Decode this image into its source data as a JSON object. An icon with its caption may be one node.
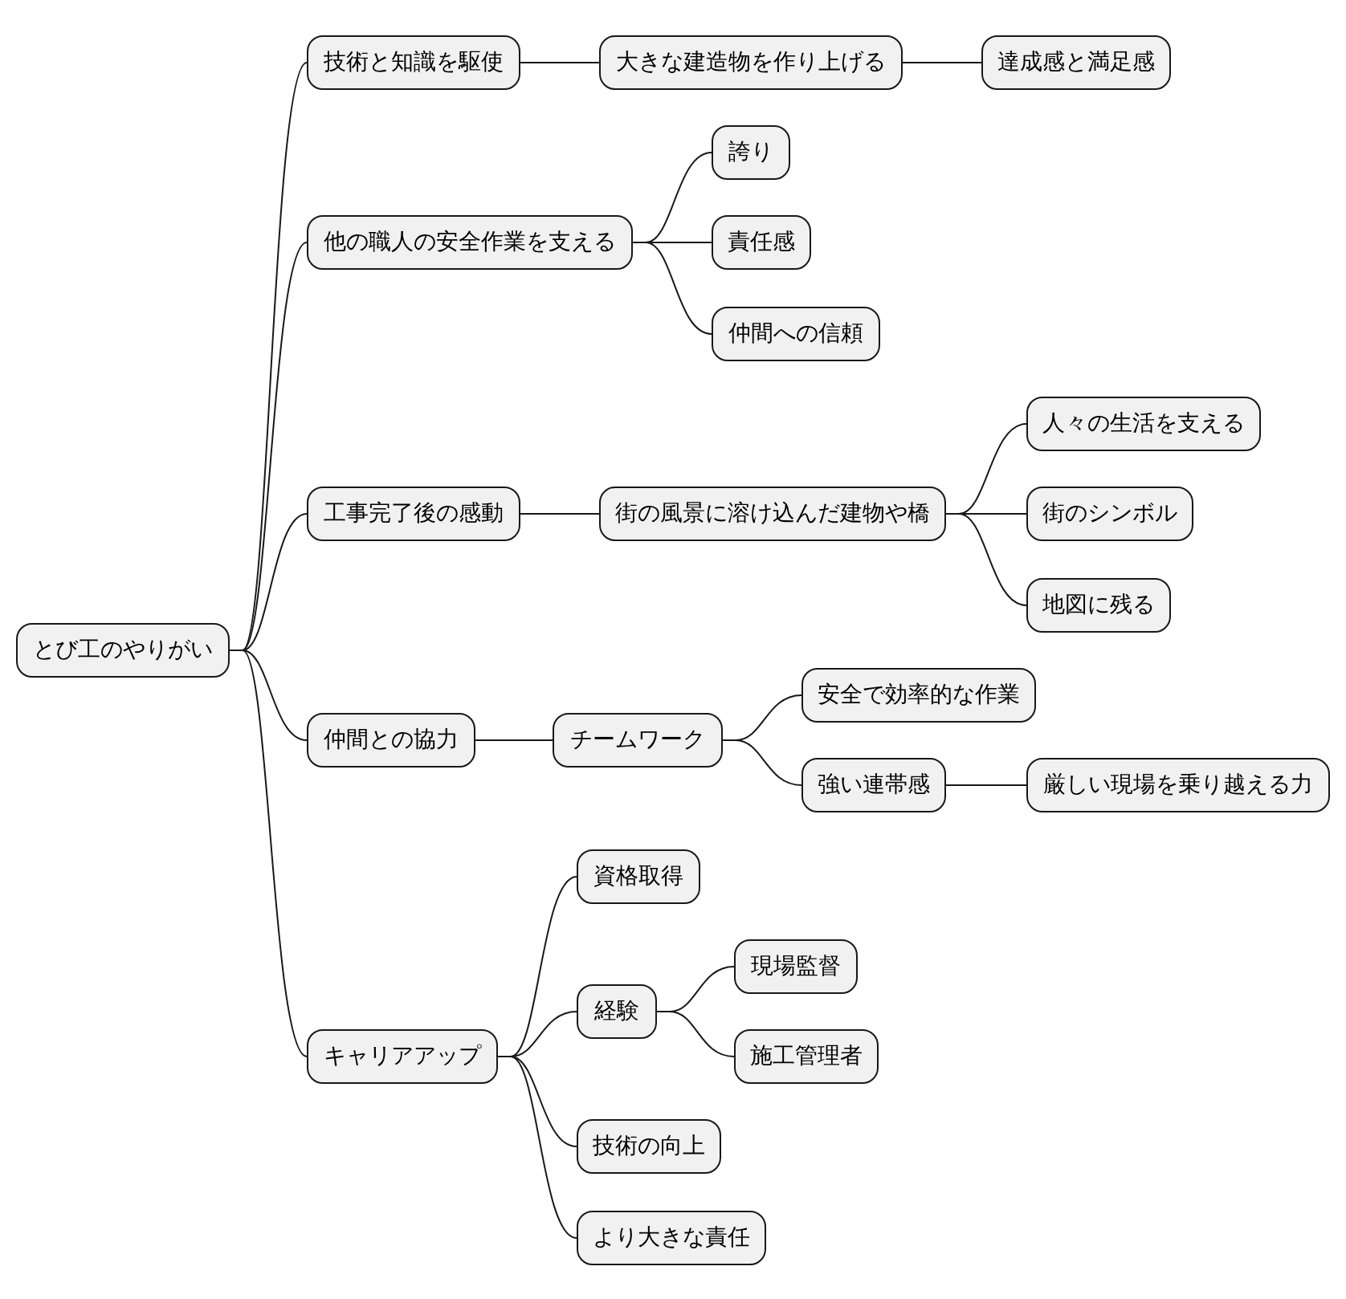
{
  "diagram": {
    "nodes": [
      {
        "text": [
          "とび工のやりがい"
        ]
      },
      {
        "text": [
          "技術と知識を駆使"
        ]
      },
      {
        "text": [
          "大きな建造物を作り上げる"
        ]
      },
      {
        "text": [
          "達成感と満足感"
        ]
      },
      {
        "text": [
          "他の職人の安全作業を支える"
        ]
      },
      {
        "text": [
          "誇り"
        ]
      },
      {
        "text": [
          "責任感"
        ]
      },
      {
        "text": [
          "仲間への信頼"
        ]
      },
      {
        "text": [
          "工事完了後の感動"
        ]
      },
      {
        "text": [
          "街の風景に溶け込んだ建物や橋"
        ]
      },
      {
        "text": [
          "人々の生活を支える"
        ]
      },
      {
        "text": [
          "街のシンボル"
        ]
      },
      {
        "text": [
          "地図に残る"
        ]
      },
      {
        "text": [
          "仲間との協力"
        ]
      },
      {
        "text": [
          "チームワーク"
        ]
      },
      {
        "text": [
          "安全で効率的な作業"
        ]
      },
      {
        "text": [
          "強い連帯感"
        ]
      },
      {
        "text": [
          "厳しい現場を乗り越える力"
        ]
      },
      {
        "text": [
          "キャリアアップ"
        ]
      },
      {
        "text": [
          "資格取得"
        ]
      },
      {
        "text": [
          "経験"
        ]
      },
      {
        "text": [
          "現場監督"
        ]
      },
      {
        "text": [
          "施工管理者"
        ]
      },
      {
        "text": [
          "技術の向上"
        ]
      },
      {
        "text": [
          "より大きな責任"
        ]
      }
    ],
    "edges": [
      {
        "from": 0,
        "to": 1,
        "arrow": "none"
      },
      {
        "from": 1,
        "to": 2,
        "arrow": "none"
      },
      {
        "from": 2,
        "to": 3,
        "arrow": "none"
      },
      {
        "from": 0,
        "to": 4,
        "arrow": "none"
      },
      {
        "from": 4,
        "to": 5,
        "arrow": "none"
      },
      {
        "from": 4,
        "to": 6,
        "arrow": "none"
      },
      {
        "from": 4,
        "to": 7,
        "arrow": "none"
      },
      {
        "from": 0,
        "to": 8,
        "arrow": "none"
      },
      {
        "from": 8,
        "to": 9,
        "arrow": "none"
      },
      {
        "from": 9,
        "to": 10,
        "arrow": "none"
      },
      {
        "from": 9,
        "to": 11,
        "arrow": "none"
      },
      {
        "from": 9,
        "to": 12,
        "arrow": "none"
      },
      {
        "from": 0,
        "to": 13,
        "arrow": "none"
      },
      {
        "from": 13,
        "to": 14,
        "arrow": "none"
      },
      {
        "from": 14,
        "to": 15,
        "arrow": "none"
      },
      {
        "from": 14,
        "to": 16,
        "arrow": "none"
      },
      {
        "from": 16,
        "to": 17,
        "arrow": "none"
      },
      {
        "from": 0,
        "to": 18,
        "arrow": "none"
      },
      {
        "from": 18,
        "to": 19,
        "arrow": "none"
      },
      {
        "from": 18,
        "to": 20,
        "arrow": "none"
      },
      {
        "from": 20,
        "to": 21,
        "arrow": "none"
      },
      {
        "from": 20,
        "to": 22,
        "arrow": "none"
      },
      {
        "from": 18,
        "to": 23,
        "arrow": "none"
      },
      {
        "from": 18,
        "to": 24,
        "arrow": "none"
      }
    ]
  }
}
